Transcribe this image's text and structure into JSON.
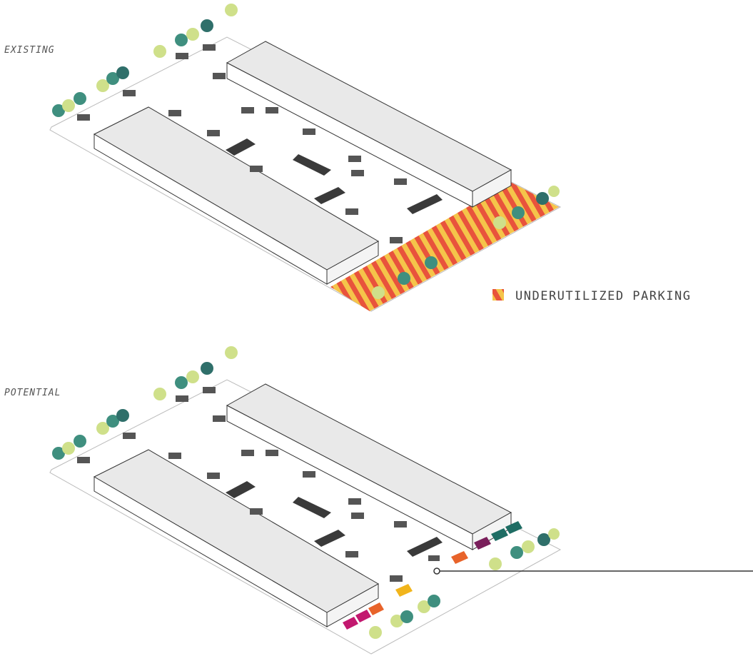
{
  "labels": {
    "existing": "EXISTING",
    "potential": "POTENTIAL"
  },
  "legend": {
    "label": "UNDERUTILIZED PARKING",
    "swatch_colors": [
      "#e8533c",
      "#f5c44a"
    ]
  },
  "colors": {
    "building_top": "#e9e9e9",
    "building_side": "#ffffff",
    "outline": "#333333",
    "truck": "#3a3a3a",
    "car": "#555555",
    "tree_green": "#3f8f7f",
    "tree_teal": "#2f6f6a",
    "tree_lime": "#cfe08a",
    "hatch_red": "#e8533c",
    "hatch_yellow": "#f5c44a",
    "vendor_magenta": "#c2186f",
    "vendor_orange": "#e8632a",
    "vendor_yellow": "#f1b51c",
    "vendor_plum": "#7a1f5b",
    "vendor_teal": "#1f6d64"
  },
  "icons": [
    "tree-icon",
    "car-icon",
    "truck-icon",
    "food-truck-icon",
    "callout-circle-icon"
  ]
}
